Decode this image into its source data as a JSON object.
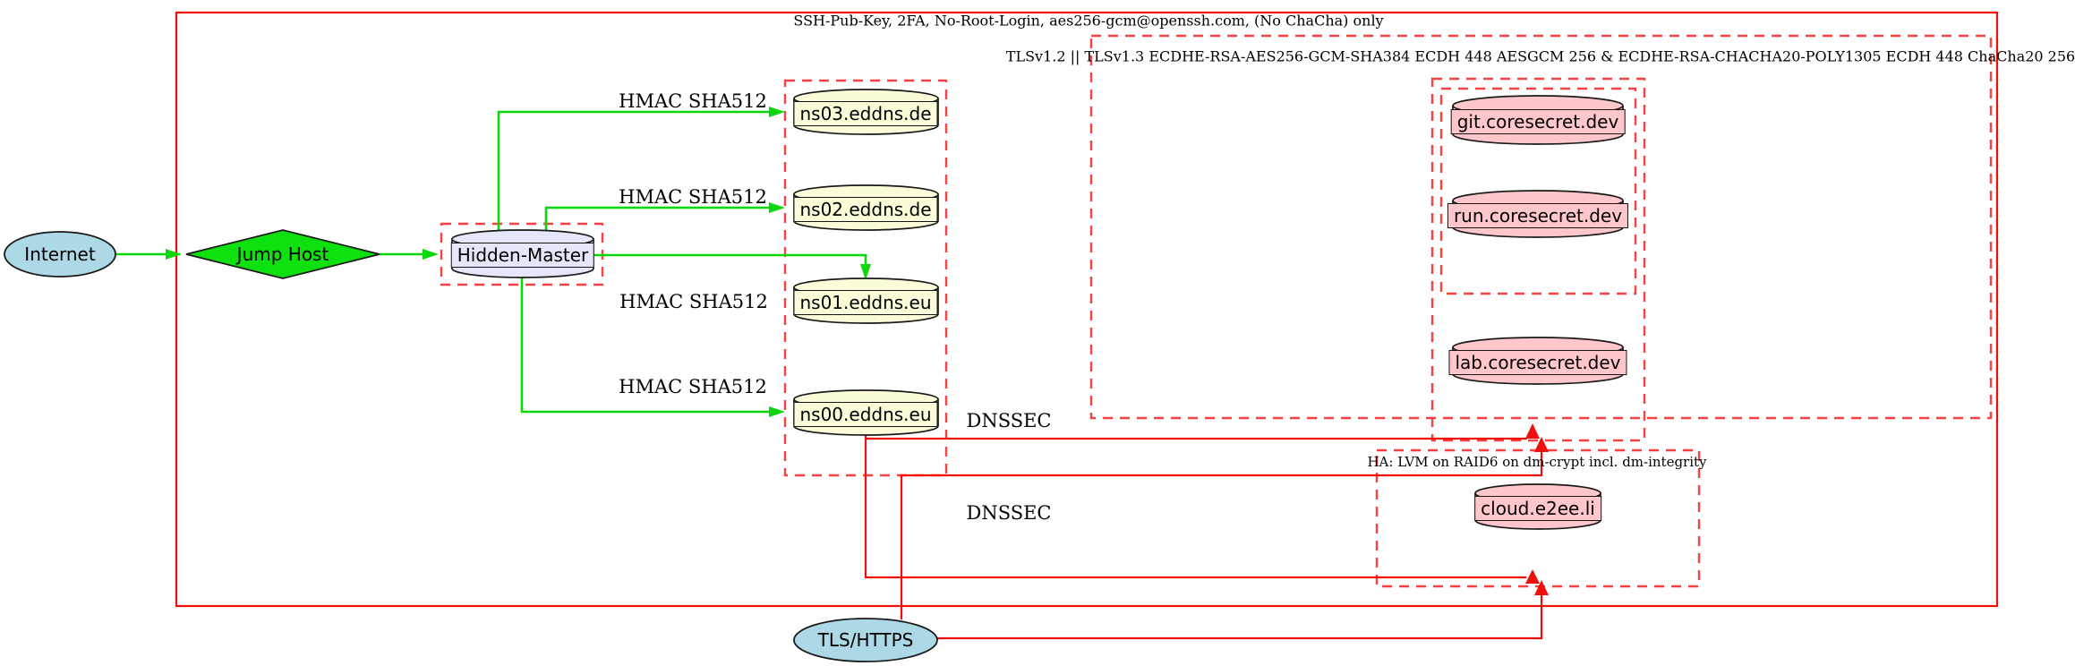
{
  "diagram": {
    "clusters": {
      "ssh": {
        "label": "SSH-Pub-Key, 2FA, No-Root-Login, aes256-gcm@openssh.com, (No ChaCha) only",
        "border_style": "solid"
      },
      "tls": {
        "label": "TLSv1.2 || TLSv1.3 ECDHE-RSA-AES256-GCM-SHA384 ECDH 448 AESGCM 256 & ECDHE-RSA-CHACHA20-POLY1305 ECDH 448 ChaCha20 256",
        "border_style": "dashed"
      },
      "ha": {
        "label": "HA: LVM on RAID6 on dm-crypt incl. dm-integrity",
        "border_style": "dashed"
      }
    },
    "nodes": {
      "internet": {
        "label": "Internet",
        "shape": "ellipse",
        "fill": "#add8e6"
      },
      "jump_host": {
        "label": "Jump Host",
        "shape": "diamond",
        "fill": "#0fe00f"
      },
      "hidden_master": {
        "label": "Hidden-Master",
        "shape": "cylinder",
        "fill": "#e6e6fa"
      },
      "ns03": {
        "label": "ns03.eddns.de",
        "shape": "cylinder",
        "fill": "#fcfcd8"
      },
      "ns02": {
        "label": "ns02.eddns.de",
        "shape": "cylinder",
        "fill": "#fcfcd8"
      },
      "ns01": {
        "label": "ns01.eddns.eu",
        "shape": "cylinder",
        "fill": "#fcfcd8"
      },
      "ns00": {
        "label": "ns00.eddns.eu",
        "shape": "cylinder",
        "fill": "#fcfcd8"
      },
      "git": {
        "label": "git.coresecret.dev",
        "shape": "cylinder",
        "fill": "#ffc6cb"
      },
      "run": {
        "label": "run.coresecret.dev",
        "shape": "cylinder",
        "fill": "#ffc6cb"
      },
      "lab": {
        "label": "lab.coresecret.dev",
        "shape": "cylinder",
        "fill": "#ffc6cb"
      },
      "cloud": {
        "label": "cloud.e2ee.li",
        "shape": "cylinder",
        "fill": "#ffc6cb"
      },
      "tls_https": {
        "label": "TLS/HTTPS",
        "shape": "ellipse",
        "fill": "#add8e6"
      }
    },
    "edge_labels": {
      "hmac1": "HMAC SHA512",
      "hmac2": "HMAC SHA512",
      "hmac3": "HMAC SHA512",
      "hmac4": "HMAC SHA512",
      "dnssec1": "DNSSEC",
      "dnssec2": "DNSSEC"
    },
    "colors": {
      "edge_green": "#0cd60c",
      "edge_red": "#f20d0d",
      "cluster_dashed_red": "#fa4040",
      "node_border": "#1a1a1a"
    }
  }
}
